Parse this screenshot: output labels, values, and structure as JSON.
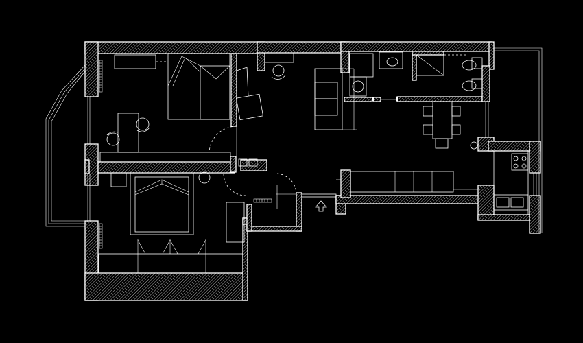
{
  "diagram": {
    "type": "floor-plan",
    "colors": {
      "background": "#000000",
      "lines": "#ffffff"
    },
    "rooms": [
      "bedroom-top-left",
      "bedroom-bottom-left",
      "living-room",
      "bathroom",
      "kitchen-dining",
      "entrance-hall",
      "balcony-left",
      "balcony-right"
    ],
    "icons": [
      "entrance-arrow-icon"
    ]
  }
}
